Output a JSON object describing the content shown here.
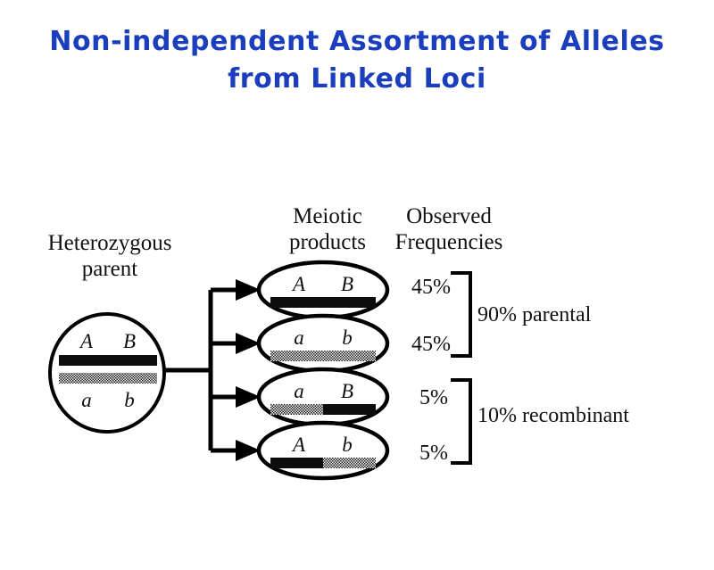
{
  "slide": {
    "title": "Non-independent Assortment of Alleles\nfrom Linked Loci",
    "title_color": "#1a3ebd",
    "background_color": "#ffffff"
  },
  "diagram": {
    "column_headers": {
      "parent": "Heterozygous\nparent",
      "meiotic_products": "Meiotic\nproducts",
      "observed_frequencies": "Observed\nFrequencies"
    },
    "parent_cell": {
      "top_alleles": [
        "A",
        "B"
      ],
      "bottom_alleles": [
        "a",
        "b"
      ],
      "top_chromosome_fill": "solid-black",
      "bottom_chromosome_fill": "stippled-gray"
    },
    "meiotic_products": [
      {
        "left_allele": "A",
        "right_allele": "B",
        "left_half_fill": "solid-black",
        "right_half_fill": "solid-black",
        "frequency": "45%",
        "type": "parental"
      },
      {
        "left_allele": "a",
        "right_allele": "b",
        "left_half_fill": "stippled-gray",
        "right_half_fill": "stippled-gray",
        "frequency": "45%",
        "type": "parental"
      },
      {
        "left_allele": "a",
        "right_allele": "B",
        "left_half_fill": "stippled-gray",
        "right_half_fill": "solid-black",
        "frequency": "5%",
        "type": "recombinant"
      },
      {
        "left_allele": "A",
        "right_allele": "b",
        "left_half_fill": "solid-black",
        "right_half_fill": "stippled-gray",
        "frequency": "5%",
        "type": "recombinant"
      }
    ],
    "groupings": [
      {
        "label": "90% parental",
        "total": "90%",
        "members": [
          0,
          1
        ]
      },
      {
        "label": "10% recombinant",
        "total": "10%",
        "members": [
          2,
          3
        ]
      }
    ]
  }
}
